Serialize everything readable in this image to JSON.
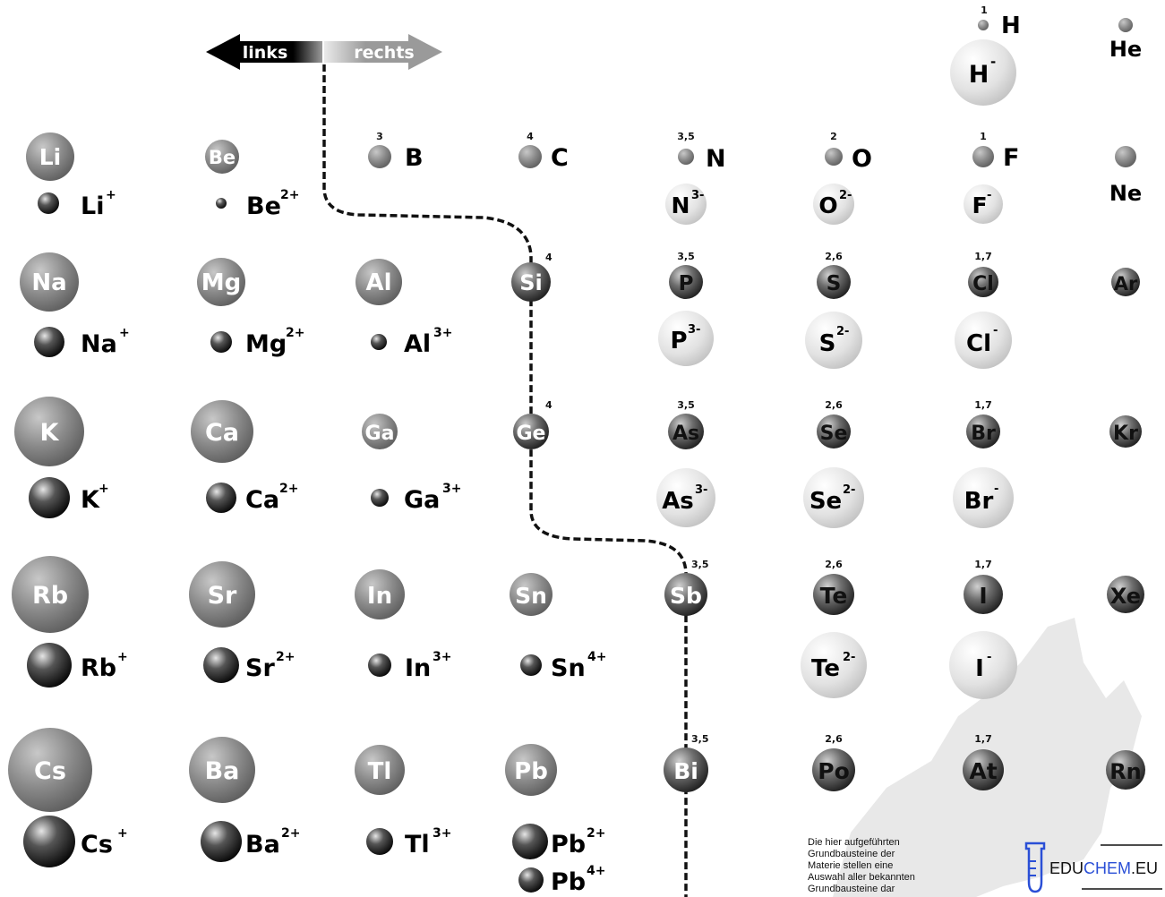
{
  "arrow": {
    "left_label": "links",
    "right_label": "rechts"
  },
  "elements": [
    {
      "id": "H",
      "label": "H",
      "charge": "",
      "small": "1"
    },
    {
      "id": "He",
      "label": "He",
      "charge": "",
      "small": ""
    },
    {
      "id": "Li",
      "label": "Li",
      "charge": "",
      "small": ""
    },
    {
      "id": "Be",
      "label": "Be",
      "charge": "",
      "small": ""
    },
    {
      "id": "B",
      "label": "B",
      "charge": "",
      "small": "3"
    },
    {
      "id": "C",
      "label": "C",
      "charge": "",
      "small": "4"
    },
    {
      "id": "N",
      "label": "N",
      "charge": "",
      "small": "3,5"
    },
    {
      "id": "O",
      "label": "O",
      "charge": "",
      "small": "2"
    },
    {
      "id": "F",
      "label": "F",
      "charge": "",
      "small": "1"
    },
    {
      "id": "Ne",
      "label": "Ne",
      "charge": "",
      "small": ""
    },
    {
      "id": "Na",
      "label": "Na",
      "charge": "",
      "small": ""
    },
    {
      "id": "Mg",
      "label": "Mg",
      "charge": "",
      "small": ""
    },
    {
      "id": "Al",
      "label": "Al",
      "charge": "",
      "small": ""
    },
    {
      "id": "Si",
      "label": "Si",
      "charge": "",
      "small": "4"
    },
    {
      "id": "P",
      "label": "P",
      "charge": "",
      "small": "3,5"
    },
    {
      "id": "S",
      "label": "S",
      "charge": "",
      "small": "2,6"
    },
    {
      "id": "Cl",
      "label": "Cl",
      "charge": "",
      "small": "1,7"
    },
    {
      "id": "Ar",
      "label": "Ar",
      "charge": "",
      "small": ""
    },
    {
      "id": "K",
      "label": "K",
      "charge": "",
      "small": ""
    },
    {
      "id": "Ca",
      "label": "Ca",
      "charge": "",
      "small": ""
    },
    {
      "id": "Ga",
      "label": "Ga",
      "charge": "",
      "small": ""
    },
    {
      "id": "Ge",
      "label": "Ge",
      "charge": "",
      "small": "4"
    },
    {
      "id": "As",
      "label": "As",
      "charge": "",
      "small": "3,5"
    },
    {
      "id": "Se",
      "label": "Se",
      "charge": "",
      "small": "2,6"
    },
    {
      "id": "Br",
      "label": "Br",
      "charge": "",
      "small": "1,7"
    },
    {
      "id": "Kr",
      "label": "Kr",
      "charge": "",
      "small": ""
    },
    {
      "id": "Rb",
      "label": "Rb",
      "charge": "",
      "small": ""
    },
    {
      "id": "Sr",
      "label": "Sr",
      "charge": "",
      "small": ""
    },
    {
      "id": "In",
      "label": "In",
      "charge": "",
      "small": ""
    },
    {
      "id": "Sn",
      "label": "Sn",
      "charge": "",
      "small": ""
    },
    {
      "id": "Sb",
      "label": "Sb",
      "charge": "",
      "small": "3,5"
    },
    {
      "id": "Te",
      "label": "Te",
      "charge": "",
      "small": "2,6"
    },
    {
      "id": "I",
      "label": "I",
      "charge": "",
      "small": "1,7"
    },
    {
      "id": "Xe",
      "label": "Xe",
      "charge": "",
      "small": ""
    },
    {
      "id": "Cs",
      "label": "Cs",
      "charge": "",
      "small": ""
    },
    {
      "id": "Ba",
      "label": "Ba",
      "charge": "",
      "small": ""
    },
    {
      "id": "Tl",
      "label": "Tl",
      "charge": "",
      "small": ""
    },
    {
      "id": "Pb",
      "label": "Pb",
      "charge": "",
      "small": ""
    },
    {
      "id": "Bi",
      "label": "Bi",
      "charge": "",
      "small": "3,5"
    },
    {
      "id": "Po",
      "label": "Po",
      "charge": "",
      "small": "2,6"
    },
    {
      "id": "At",
      "label": "At",
      "charge": "",
      "small": "1,7"
    },
    {
      "id": "Rn",
      "label": "Rn",
      "charge": "",
      "small": ""
    }
  ],
  "ions": [
    {
      "id": "H-",
      "label": "H",
      "charge": "-"
    },
    {
      "id": "Li+",
      "label": "Li",
      "charge": "+"
    },
    {
      "id": "Be2+",
      "label": "Be",
      "charge": "2+"
    },
    {
      "id": "N3-",
      "label": "N",
      "charge": "3-"
    },
    {
      "id": "O2-",
      "label": "O",
      "charge": "2-"
    },
    {
      "id": "F-",
      "label": "F",
      "charge": "-"
    },
    {
      "id": "Na+",
      "label": "Na",
      "charge": "+"
    },
    {
      "id": "Mg2+",
      "label": "Mg",
      "charge": "2+"
    },
    {
      "id": "Al3+",
      "label": "Al",
      "charge": "3+"
    },
    {
      "id": "P3-",
      "label": "P",
      "charge": "3-"
    },
    {
      "id": "S2-",
      "label": "S",
      "charge": "2-"
    },
    {
      "id": "Cl-",
      "label": "Cl",
      "charge": "-"
    },
    {
      "id": "K+",
      "label": "K",
      "charge": "+"
    },
    {
      "id": "Ca2+",
      "label": "Ca",
      "charge": "2+"
    },
    {
      "id": "Ga3+",
      "label": "Ga",
      "charge": "3+"
    },
    {
      "id": "As3-",
      "label": "As",
      "charge": "3-"
    },
    {
      "id": "Se2-",
      "label": "Se",
      "charge": "2-"
    },
    {
      "id": "Br-",
      "label": "Br",
      "charge": "-"
    },
    {
      "id": "Rb+",
      "label": "Rb",
      "charge": "+"
    },
    {
      "id": "Sr2+",
      "label": "Sr",
      "charge": "2+"
    },
    {
      "id": "In3+",
      "label": "In",
      "charge": "3+"
    },
    {
      "id": "Sn4+",
      "label": "Sn",
      "charge": "4+"
    },
    {
      "id": "Te2-",
      "label": "Te",
      "charge": "2-"
    },
    {
      "id": "I-",
      "label": "I",
      "charge": "-"
    },
    {
      "id": "Cs+",
      "label": "Cs",
      "charge": "+"
    },
    {
      "id": "Ba2+",
      "label": "Ba",
      "charge": "2+"
    },
    {
      "id": "Tl3+",
      "label": "Tl",
      "charge": "3+"
    },
    {
      "id": "Pb2+",
      "label": "Pb",
      "charge": "2+"
    },
    {
      "id": "Pb4+",
      "label": "Pb",
      "charge": "4+"
    }
  ],
  "note": {
    "lines": [
      "Die hier aufgeführten",
      "Grundbausteine der",
      "Materie stellen eine",
      "Auswahl aller bekannten",
      "Grundbausteine dar"
    ]
  },
  "brand": {
    "part1": "EDU",
    "part2": "CHEM",
    "part3": ".EU",
    "accent": "#2a4fd6"
  }
}
